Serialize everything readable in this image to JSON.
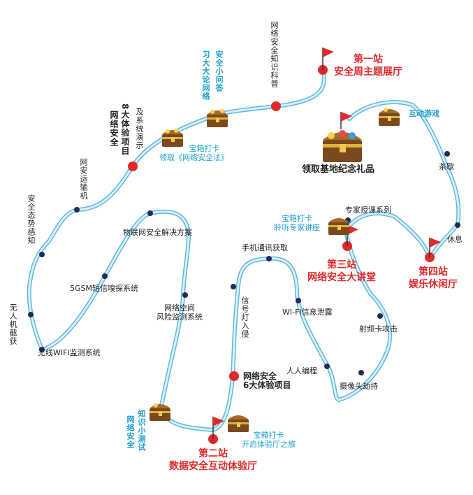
{
  "colors": {
    "route": "#8fd0ea",
    "route_edge": "#5fb8dd",
    "dot": "#1f2b59",
    "station": "#e02a2a",
    "blue_text": "#1aa0d0"
  },
  "stations": {
    "s1": {
      "name": "第一站",
      "title": "安全周主题展厅"
    },
    "s2": {
      "name": "第二站",
      "title": "数据安全互动体验厅"
    },
    "s3": {
      "name": "第三站",
      "title": "网络安全大讲堂"
    },
    "s4": {
      "name": "第四站",
      "title": "娱乐休闲厅"
    }
  },
  "gift": "领取基地纪念礼品",
  "chests": {
    "law": {
      "title": "宝箱打卡",
      "sub": "领取《网络安全法》"
    },
    "qa": {
      "text": "安全小问答"
    },
    "talk": {
      "text": "习大大论网络"
    },
    "game": {
      "text": "互动游戏"
    },
    "expert": {
      "title": "宝箱打卡",
      "sub": "聆听专家讲座"
    },
    "quiz": {
      "text1": "知识小测试",
      "text2": "网络安全"
    },
    "trip": {
      "title": "宝箱打卡",
      "sub": "开启体验厅之旅"
    }
  },
  "labels": {
    "know": "网络安全知识科普",
    "eight_a": "8大体验项目",
    "eight_b": "网络安全",
    "demo": "及系统演示",
    "transport": "网安运输机",
    "situation": "安全态势感知",
    "drone": "无人机截获",
    "wifi_monitor": "无线WIFI监测系统",
    "gsm": "5GSM短信嗅探系统",
    "iot": "物联网安全解决方案",
    "space_risk_1": "网络空间",
    "space_risk_2": "风险监测系统",
    "signal": "信号灯入侵",
    "six_a": "网络安全",
    "six_b": "6大体验项目",
    "phone": "手机通讯获取",
    "wifi_leak": "WI-FI信息泄露",
    "rfid": "射频卡攻击",
    "human": "人人编程",
    "camera": "摄像头劫持",
    "expert_series": "专家授课系列",
    "tea": "茶歇",
    "rest": "休息"
  }
}
